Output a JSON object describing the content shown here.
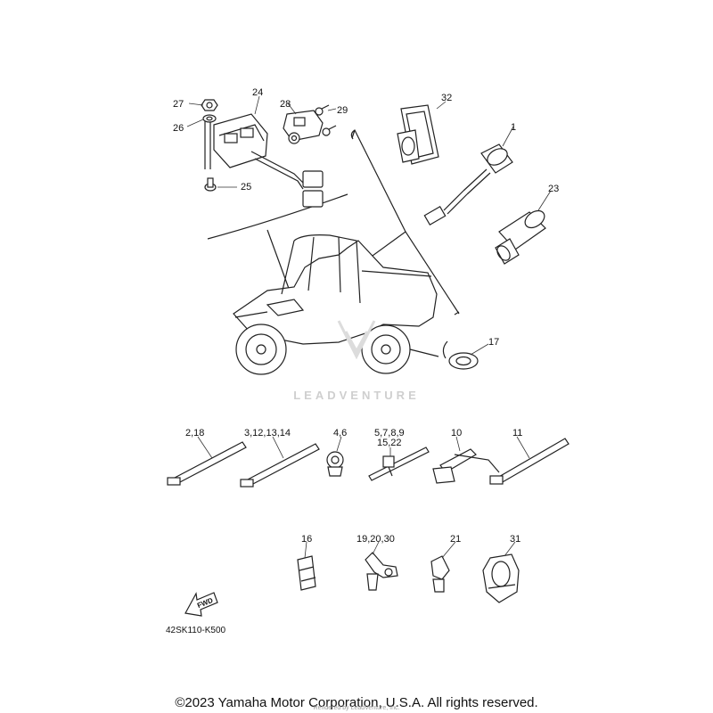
{
  "labels": {
    "p24": "24",
    "p27": "27",
    "p26": "26",
    "p25": "25",
    "p28": "28",
    "p29": "29",
    "p32": "32",
    "p1": "1",
    "p23": "23",
    "p17": "17",
    "p2_18": "2,18",
    "p3_12_13_14": "3,12,13,14",
    "p4_6": "4,6",
    "p5_7_8_9": "5,7,8,9",
    "p15_22": "15,22",
    "p10": "10",
    "p11": "11",
    "p16": "16",
    "p19_20_30": "19,20,30",
    "p21": "21",
    "p31": "31"
  },
  "watermark": "LEADVENTURE",
  "fwd_label": "FWD",
  "diagram_code": "42SK110-K500",
  "copyright": "©2023 Yamaha Motor Corporation, U.S.A. All rights reserved.",
  "rendered_by": "Rendered by LeadVenture, Inc."
}
